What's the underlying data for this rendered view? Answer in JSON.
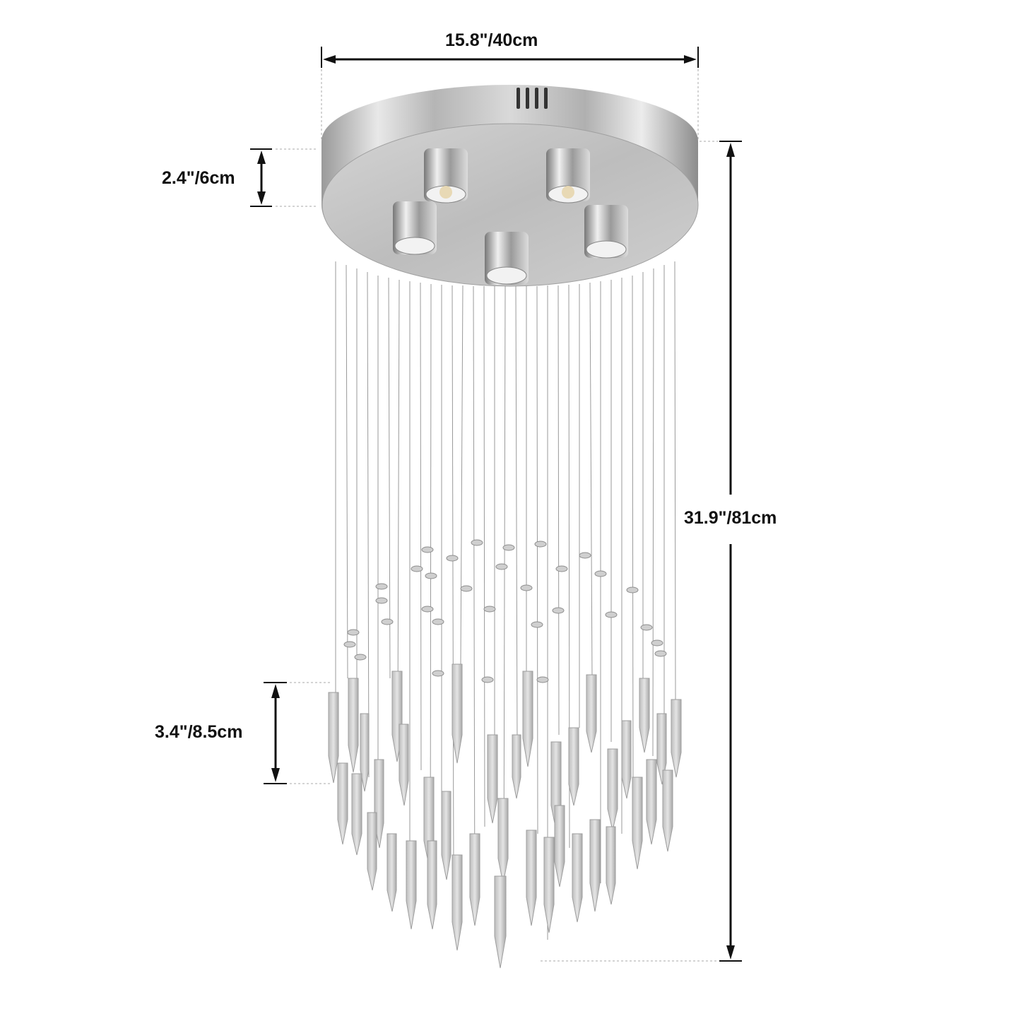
{
  "diagram": {
    "subject": "Crystal raindrop chandelier with round chrome canopy",
    "dimensions": {
      "width": {
        "label": "15.8\"/40cm",
        "orientation": "horizontal"
      },
      "canopy_height": {
        "label": "2.4\"/6cm",
        "orientation": "vertical"
      },
      "overall_drop": {
        "label": "31.9\"/81cm",
        "orientation": "vertical"
      },
      "crystal_length": {
        "label": "3.4\"/8.5cm",
        "orientation": "vertical"
      }
    },
    "components": {
      "canopy": {
        "shape": "round disc",
        "finish": "chrome",
        "vent_slots": 4
      },
      "spotlights": {
        "count": 5
      },
      "crystals": {
        "type": "prism drop pendants"
      }
    },
    "colors": {
      "dimension_line": "#111111",
      "guide_line": "#999999",
      "chrome_light": "#e6e6e6",
      "chrome_dark": "#8a8a8a",
      "crystal": "#c8c8c8"
    }
  }
}
